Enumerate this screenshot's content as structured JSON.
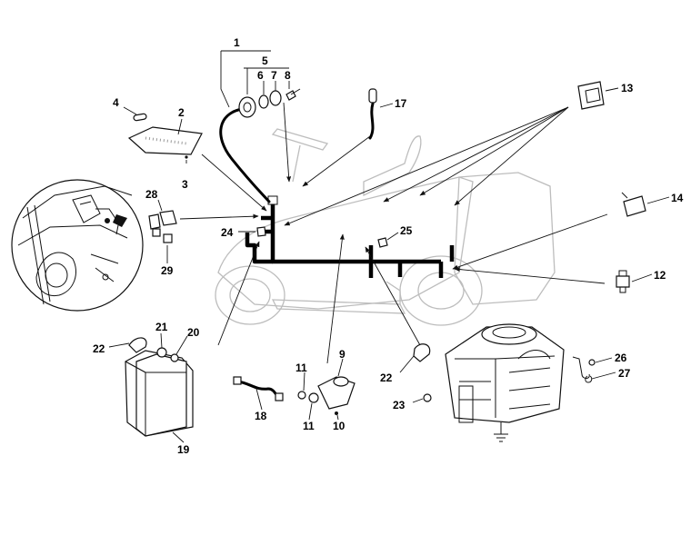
{
  "callouts": {
    "c1": "1",
    "c2": "2",
    "c3": "3",
    "c4": "4",
    "c5": "5",
    "c6": "6",
    "c7": "7",
    "c8": "8",
    "c9": "9",
    "c10": "10",
    "c11a": "11",
    "c11b": "11",
    "c12": "12",
    "c13": "13",
    "c14": "14",
    "c17": "17",
    "c18": "18",
    "c19": "19",
    "c20": "20",
    "c21": "21",
    "c22a": "22",
    "c22b": "22",
    "c23": "23",
    "c24": "24",
    "c25": "25",
    "c26": "26",
    "c27": "27",
    "c28": "28",
    "c29": "29"
  },
  "icons": {
    "ground": "ground-symbol-icon"
  }
}
